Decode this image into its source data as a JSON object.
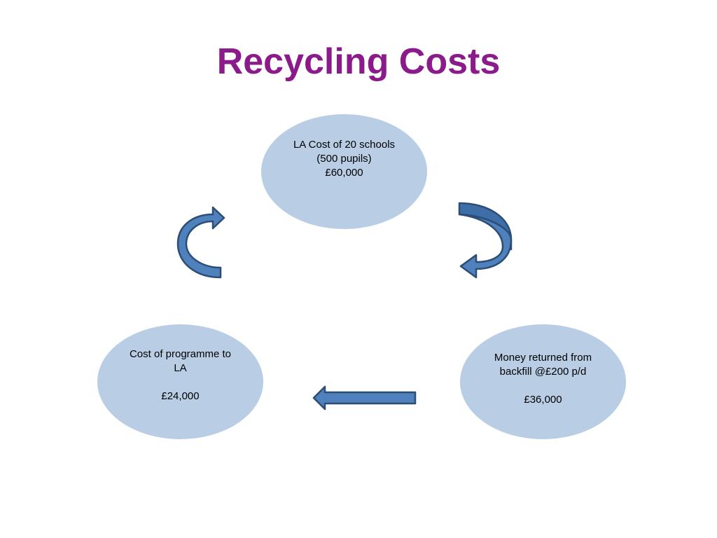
{
  "slide": {
    "title": "Recycling Costs",
    "colors": {
      "title": "#8B1A8B",
      "node_fill": "#B9CDE5",
      "arrow_fill": "#4F81BD",
      "arrow_fill_dark": "#3E6EA8",
      "arrow_stroke": "#2C4D75"
    }
  },
  "nodes": {
    "top": {
      "line1": "LA Cost of 20 schools",
      "line2": "(500 pupils)",
      "line3": "£60,000"
    },
    "left": {
      "line1": "Cost of programme to",
      "line2": "LA",
      "amount": "£24,000"
    },
    "right": {
      "line1": "Money returned from",
      "line2": "backfill @£200 p/d",
      "amount": "£36,000"
    }
  },
  "arrows": {
    "left_curved": "curved-arrow-icon",
    "right_curved": "curved-arrow-icon",
    "bottom_straight": "left-arrow-icon"
  }
}
